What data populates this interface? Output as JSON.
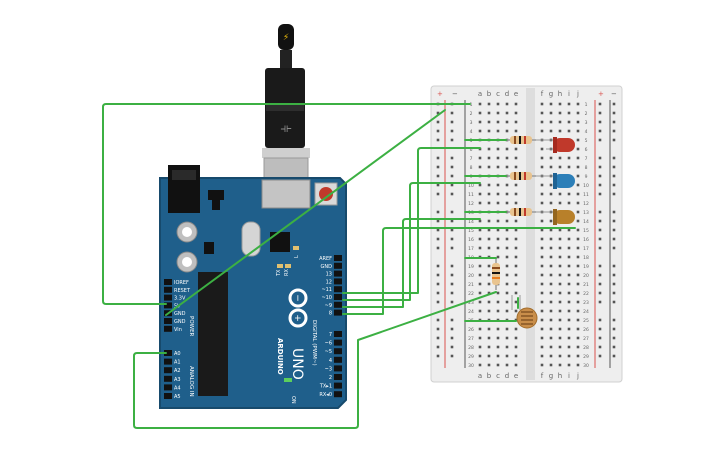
{
  "arduino": {
    "brand": "ARDUINO",
    "model": "UNO",
    "reset_label": "RESET",
    "on_label": "ON",
    "tx_label": "TX",
    "rx_label": "RX",
    "l_label": "L",
    "power_header": "POWER",
    "analog_header": "ANALOG IN",
    "digital_header": "DIGITAL (PWM~)",
    "power_pins": [
      "IOREF",
      "RESET",
      "3.3V",
      "5V",
      "GND",
      "GND",
      "Vin"
    ],
    "analog_pins": [
      "A0",
      "A1",
      "A2",
      "A3",
      "A4",
      "A5"
    ],
    "digital_upper": [
      "AREF",
      "GND",
      "13",
      "12",
      "~11",
      "~10",
      "~9",
      "8"
    ],
    "digital_lower": [
      "7",
      "~6",
      "~5",
      "4",
      "~3",
      "2",
      "TX▸1",
      "RX◂0"
    ]
  },
  "breadboard": {
    "cols_left": [
      "a",
      "b",
      "c",
      "d",
      "e"
    ],
    "cols_right": [
      "f",
      "g",
      "h",
      "i",
      "j"
    ],
    "row_count": 30,
    "plus": "+",
    "minus": "−"
  },
  "colors": {
    "board": "#1f5f8b",
    "board_edge": "#174a6c",
    "wire": "#3cb043",
    "breadboard": "#eeeeee",
    "rail_red": "#d9534f",
    "rail_dark": "#555555",
    "led_red": "#c0392b",
    "led_blue": "#2c7fb8",
    "led_amber": "#b8802a"
  }
}
